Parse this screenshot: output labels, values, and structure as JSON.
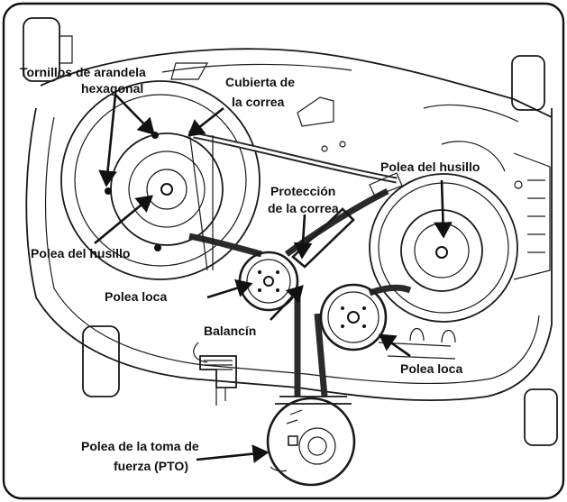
{
  "labels": {
    "hex_washer_screws_line1": "Tornillos de arandela",
    "hex_washer_screws_line2": "hexagonal",
    "belt_cover_line1": "Cubierta de",
    "belt_cover_line2": "la correa",
    "belt_guard_line1": "Protección",
    "belt_guard_line2": "de la correa",
    "spindle_pulley_right": "Polea del husillo",
    "spindle_pulley_left": "Polea del husillo",
    "idler_pulley_left": "Polea loca",
    "idler_arm": "Balancín",
    "idler_pulley_right": "Polea loca",
    "pto_pulley_line1": "Polea de la toma de",
    "pto_pulley_line2": "fuerza (PTO)"
  }
}
